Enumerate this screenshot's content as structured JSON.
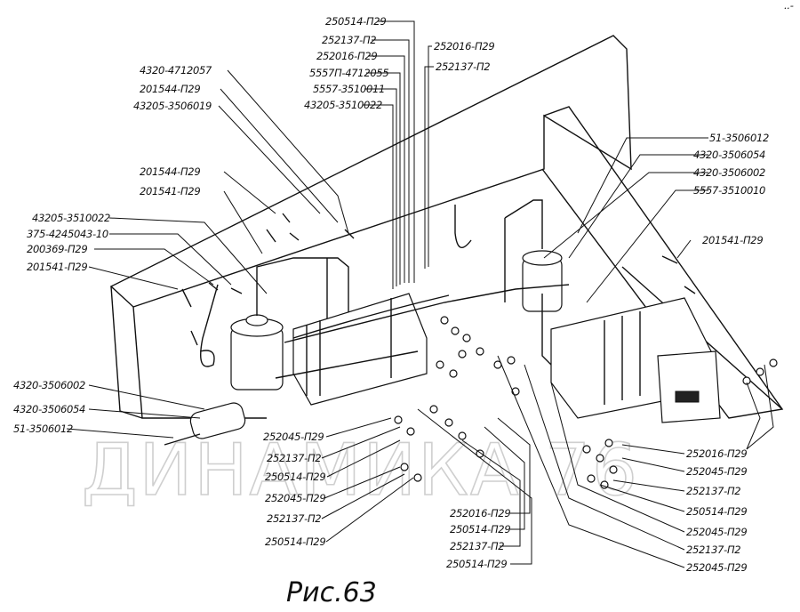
{
  "figure": {
    "caption": "Рис.63",
    "watermark": "ДИНАМИКА 76",
    "corner_mark": "..-"
  },
  "labels": [
    {
      "id": "l1",
      "text": "250514-П29"
    },
    {
      "id": "l2",
      "text": "252137-П2"
    },
    {
      "id": "l3",
      "text": "252016-П29"
    },
    {
      "id": "l4",
      "text": "5557П-4712055"
    },
    {
      "id": "l5",
      "text": "5557-3510011"
    },
    {
      "id": "l6",
      "text": "43205-3510022"
    },
    {
      "id": "l7",
      "text": "252016-П29"
    },
    {
      "id": "l8",
      "text": "252137-П2"
    },
    {
      "id": "l9",
      "text": "4320-4712057"
    },
    {
      "id": "l10",
      "text": "201544-П29"
    },
    {
      "id": "l11",
      "text": "43205-3506019"
    },
    {
      "id": "l12",
      "text": "201544-П29"
    },
    {
      "id": "l13",
      "text": "201541-П29"
    },
    {
      "id": "l14",
      "text": "43205-3510022"
    },
    {
      "id": "l15",
      "text": "375-4245043-10"
    },
    {
      "id": "l16",
      "text": "200369-П29"
    },
    {
      "id": "l17",
      "text": "201541-П29"
    },
    {
      "id": "l18",
      "text": "4320-3506002"
    },
    {
      "id": "l19",
      "text": "4320-3506054"
    },
    {
      "id": "l20",
      "text": "51-3506012"
    },
    {
      "id": "l21",
      "text": "51-3506012"
    },
    {
      "id": "l22",
      "text": "4320-3506054"
    },
    {
      "id": "l23",
      "text": "4320-3506002"
    },
    {
      "id": "l24",
      "text": "5557-3510010"
    },
    {
      "id": "l25",
      "text": "201541-П29"
    },
    {
      "id": "l26",
      "text": "252045-П29"
    },
    {
      "id": "l27",
      "text": "252137-П2"
    },
    {
      "id": "l28",
      "text": "250514-П29"
    },
    {
      "id": "l29",
      "text": "252045-П29"
    },
    {
      "id": "l30",
      "text": "252137-П2"
    },
    {
      "id": "l31",
      "text": "250514-П29"
    },
    {
      "id": "l32",
      "text": "252016-П29"
    },
    {
      "id": "l33",
      "text": "250514-П29"
    },
    {
      "id": "l34",
      "text": "252137-П2"
    },
    {
      "id": "l35",
      "text": "250514-П29"
    },
    {
      "id": "l36",
      "text": "252016-П29"
    },
    {
      "id": "l37",
      "text": "252045-П29"
    },
    {
      "id": "l38",
      "text": "252137-П2"
    },
    {
      "id": "l39",
      "text": "250514-П29"
    },
    {
      "id": "l40",
      "text": "252045-П29"
    },
    {
      "id": "l41",
      "text": "252137-П2"
    },
    {
      "id": "l42",
      "text": "252045-П29"
    }
  ]
}
